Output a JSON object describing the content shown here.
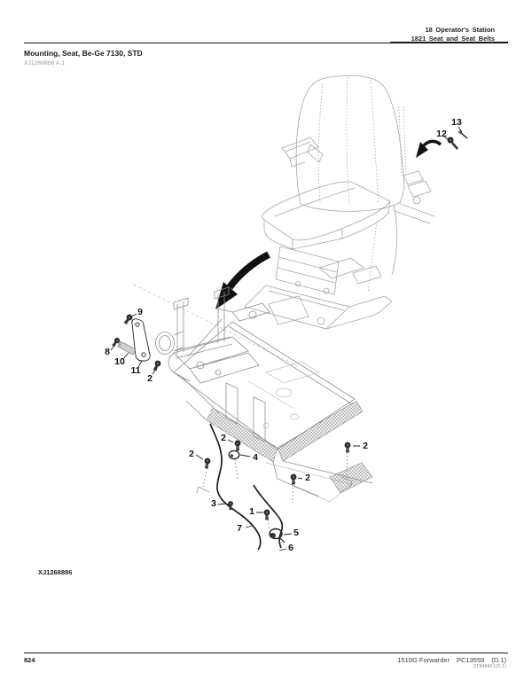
{
  "header": {
    "section": "18 Operator's Station",
    "subsection": "1821 Seat and Seat Belts"
  },
  "title": "Mounting, Seat, Be-Ge 7130, STD",
  "doc_ref": "XJ1268886 A.1",
  "figure_ref": "XJ1268886",
  "footer": {
    "page": "824",
    "product": "1510G Forwarder",
    "catalog": "PC13559",
    "revision": "(D.1)",
    "stamp": "ST848461(D.1)"
  },
  "callouts": [
    {
      "label": "13"
    },
    {
      "label": "12"
    },
    {
      "label": "9"
    },
    {
      "label": "8"
    },
    {
      "label": "10"
    },
    {
      "label": "11"
    },
    {
      "label": "2"
    },
    {
      "label": "2"
    },
    {
      "label": "2"
    },
    {
      "label": "4"
    },
    {
      "label": "2"
    },
    {
      "label": "2"
    },
    {
      "label": "3"
    },
    {
      "label": "1"
    },
    {
      "label": "7"
    },
    {
      "label": "5"
    },
    {
      "label": "6"
    }
  ],
  "icons": {
    "big_arrow": "install-direction-arrow",
    "small_arrow": "detail-arrow"
  },
  "colors": {
    "ink": "#1a1a1a",
    "muted_text": "#9a9a9a",
    "stamp_text": "#8f8f8f",
    "art_line": "#a5a5a5",
    "frame_line": "#8f8f8f",
    "cable": "#1c1c1c"
  }
}
